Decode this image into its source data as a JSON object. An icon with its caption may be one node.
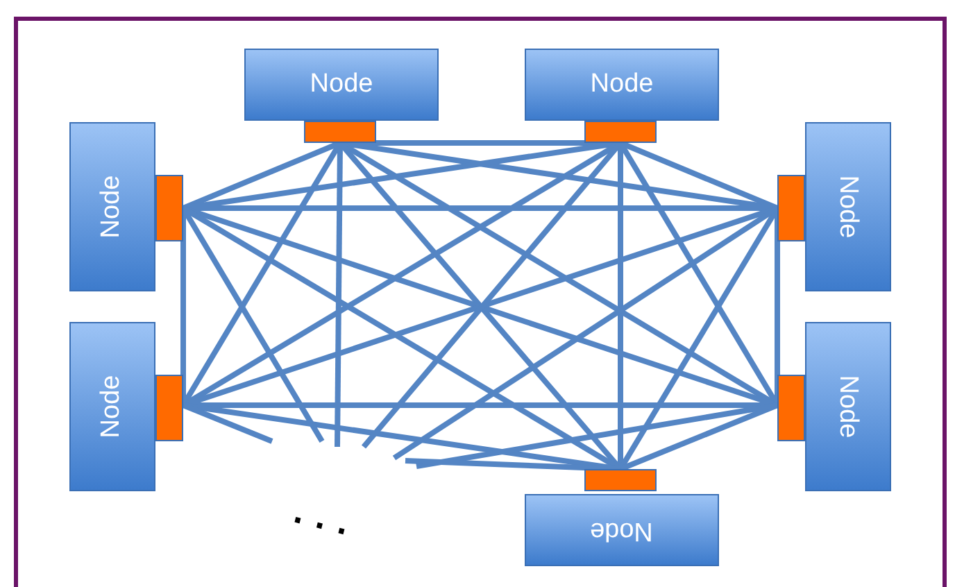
{
  "diagram": {
    "nodes": [
      {
        "text": [
          "Node"
        ]
      },
      {
        "text": [
          "Node"
        ]
      },
      {
        "text": [
          "Node"
        ]
      },
      {
        "text": [
          "Node"
        ]
      },
      {
        "text": [
          "Node"
        ]
      },
      {
        "text": [
          "Node"
        ]
      },
      {
        "text": [
          "Node"
        ]
      }
    ],
    "edges": [
      {
        "from": 0,
        "to": 1,
        "arrow": "none"
      },
      {
        "from": 0,
        "to": 2,
        "arrow": "none"
      },
      {
        "from": 0,
        "to": 3,
        "arrow": "none"
      },
      {
        "from": 0,
        "to": 4,
        "arrow": "none"
      },
      {
        "from": 0,
        "to": 5,
        "arrow": "none"
      },
      {
        "from": 0,
        "to": 6,
        "arrow": "none"
      },
      {
        "from": 1,
        "to": 2,
        "arrow": "none"
      },
      {
        "from": 1,
        "to": 3,
        "arrow": "none"
      },
      {
        "from": 1,
        "to": 4,
        "arrow": "none"
      },
      {
        "from": 1,
        "to": 5,
        "arrow": "none"
      },
      {
        "from": 1,
        "to": 6,
        "arrow": "none"
      },
      {
        "from": 2,
        "to": 3,
        "arrow": "none"
      },
      {
        "from": 2,
        "to": 4,
        "arrow": "none"
      },
      {
        "from": 2,
        "to": 5,
        "arrow": "none"
      },
      {
        "from": 2,
        "to": 6,
        "arrow": "none"
      },
      {
        "from": 3,
        "to": 4,
        "arrow": "none"
      },
      {
        "from": 3,
        "to": 5,
        "arrow": "none"
      },
      {
        "from": 3,
        "to": 6,
        "arrow": "none"
      },
      {
        "from": 4,
        "to": 5,
        "arrow": "none"
      },
      {
        "from": 4,
        "to": 6,
        "arrow": "none"
      },
      {
        "from": 5,
        "to": 6,
        "arrow": "none"
      },
      {
        "from": 0,
        "to": null,
        "arrow": "none"
      },
      {
        "from": 1,
        "to": null,
        "arrow": "none"
      },
      {
        "from": 2,
        "to": null,
        "arrow": "none"
      },
      {
        "from": 3,
        "to": null,
        "arrow": "none"
      },
      {
        "from": 4,
        "to": null,
        "arrow": "none"
      },
      {
        "from": 5,
        "to": null,
        "arrow": "none"
      },
      {
        "from": 6,
        "to": null,
        "arrow": "none"
      }
    ],
    "labels": [
      "..."
    ]
  }
}
